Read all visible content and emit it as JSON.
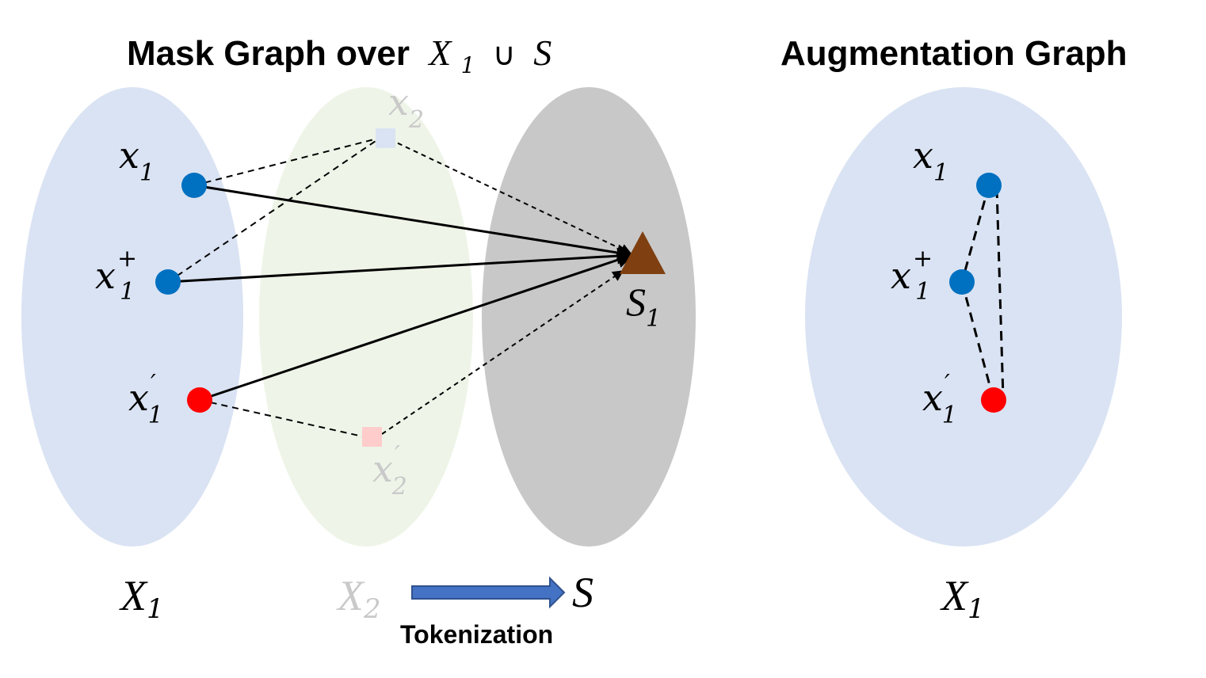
{
  "left_title": {
    "text": "Mask Graph over",
    "set_a": "X",
    "set_a_sub": "1",
    "union": "∪",
    "set_b": "S"
  },
  "right_title": "Augmentation Graph",
  "left_nodes": {
    "x1": {
      "base": "x",
      "sub": "1"
    },
    "x1plus": {
      "base": "x",
      "sup": "+",
      "sub": "1"
    },
    "x1prime": {
      "base": "x",
      "sup": "′",
      "sub": "1"
    },
    "x2": {
      "base": "x",
      "sub": "2"
    },
    "x2prime": {
      "base": "x",
      "sup": "′",
      "sub": "2"
    },
    "s1": {
      "base": "S",
      "sub": "1"
    }
  },
  "set_labels": {
    "X1": {
      "base": "X",
      "sub": "1"
    },
    "X2": {
      "base": "X",
      "sub": "2"
    },
    "S": {
      "base": "S"
    }
  },
  "arrow_label": "Tokenization",
  "right_nodes": {
    "x1": {
      "base": "x",
      "sub": "1"
    },
    "x1plus": {
      "base": "x",
      "sup": "+",
      "sub": "1"
    },
    "x1prime": {
      "base": "x",
      "sup": "′",
      "sub": "1"
    }
  },
  "right_set_label": {
    "base": "X",
    "sub": "1"
  },
  "colors": {
    "x1_region": "#dae3f3",
    "x2_region": "#eef5e8",
    "s_region": "#c8c8c8",
    "blue_node": "#0070c0",
    "red_node": "#ff0000",
    "x2_node": "#dae3f3",
    "x2prime_node": "#ffcccc",
    "triangle": "#7f3f10",
    "arrow": "#4472c4"
  }
}
